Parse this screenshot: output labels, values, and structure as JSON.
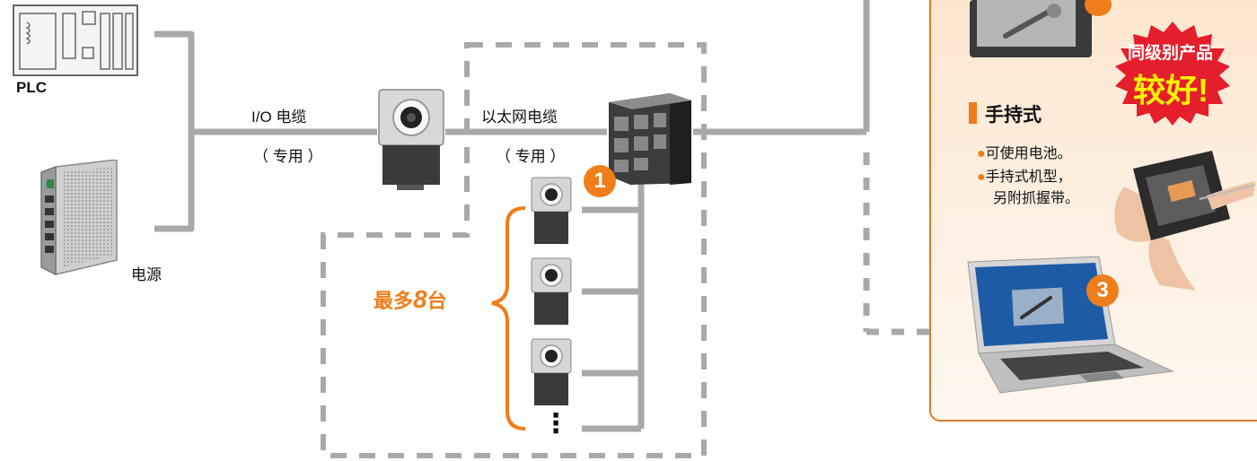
{
  "labels": {
    "plc": "PLC",
    "power": "电源",
    "io_cable": "I/O 电缆",
    "io_cable_note": "（ 专用 ）",
    "eth_cable": "以太网电缆",
    "eth_cable_note": "（ 专用 ）",
    "max_units_prefix": "最多",
    "max_units_num": "8",
    "max_units_suffix": "台",
    "ellipsis": "⋮"
  },
  "markers": {
    "one": "1",
    "three": "3"
  },
  "right_panel": {
    "badge_line1": "同级别产品",
    "badge_line2": "较好!",
    "handheld_title": "手持式",
    "handheld_bullets": [
      "可使用电池。",
      "手持式机型，",
      "另附抓握带。"
    ]
  },
  "colors": {
    "accent": "#ef7d1a",
    "line": "#aaaaaa",
    "badge_bg": "#e41e2b",
    "badge_text": "#fff200"
  }
}
